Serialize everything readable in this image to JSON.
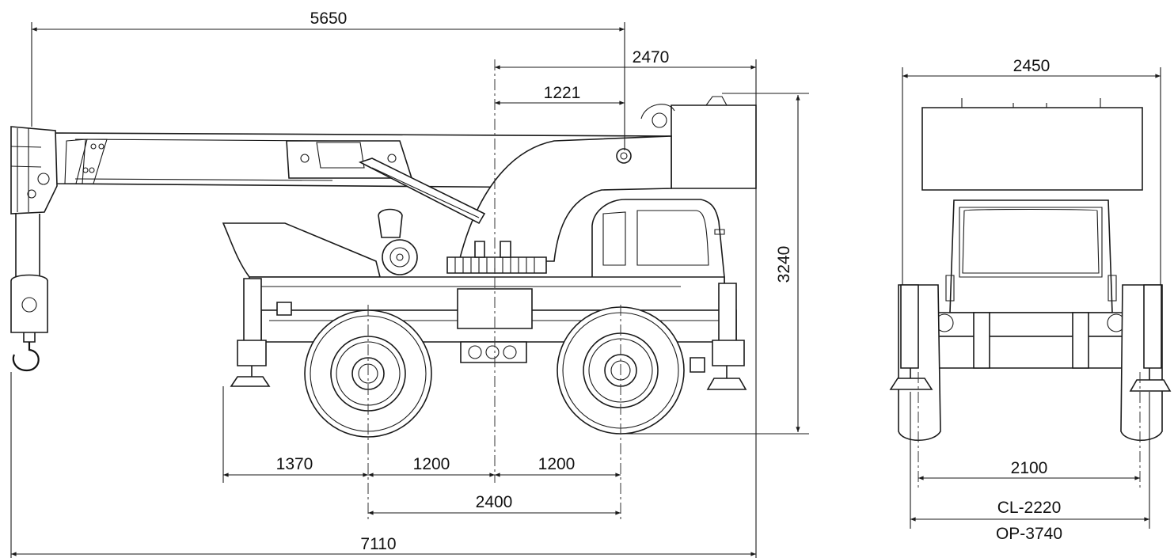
{
  "side_view": {
    "dims": {
      "boom_reach": "5650",
      "rear_to_slew": "2470",
      "slew_offset": "1221",
      "height": "3240",
      "front_overhang": "1370",
      "axle_to_slew_front": "1200",
      "axle_to_slew_rear": "1200",
      "wheelbase": "2400",
      "overall_length": "7110"
    }
  },
  "rear_view": {
    "dims": {
      "overall_width": "2450",
      "track": "2100",
      "outrigger_closed": "CL-2220",
      "outrigger_open": "OP-3740"
    }
  }
}
